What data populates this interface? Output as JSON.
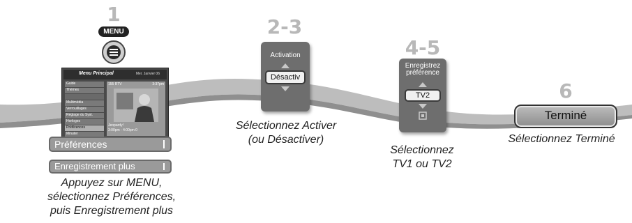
{
  "colors": {
    "ribbon": "#bdbdbd",
    "panel": "#6e6e6e",
    "step_number": "#b8b8b8"
  },
  "step1": {
    "number": "1",
    "menu_label": "MENU",
    "screen": {
      "title": "Menu Principal",
      "date": "Mer. Janvier 06",
      "channel": "155 RTV",
      "time": "3:37pm",
      "menu_items": [
        "Guide",
        "Thèmes",
        "",
        "Multimédia",
        "Verrouillages",
        "Réglage du Syst.",
        "Horloges",
        "Préférences",
        "Minuter"
      ],
      "info": "Jeopardy!",
      "info_time": "3:00pm - 4:00pm 0"
    },
    "bar1": "Préférences",
    "bar2": "Enregistrement plus",
    "caption": [
      "Appuyez sur MENU,",
      "sélectionnez Préférences,",
      "puis Enregistrement plus"
    ]
  },
  "step23": {
    "number": "2-3",
    "panel_title": "Activation",
    "value": "Désactiv",
    "caption": [
      "Sélectionnez Activer",
      "(ou Désactiver)"
    ]
  },
  "step45": {
    "number": "4-5",
    "panel_title": [
      "Enregistrez",
      "préférence"
    ],
    "value": "TV2",
    "caption": [
      "Sélectionnez",
      "TV1 ou TV2"
    ]
  },
  "step6": {
    "number": "6",
    "button": "Terminé",
    "caption": "Sélectionnez Terminé"
  }
}
